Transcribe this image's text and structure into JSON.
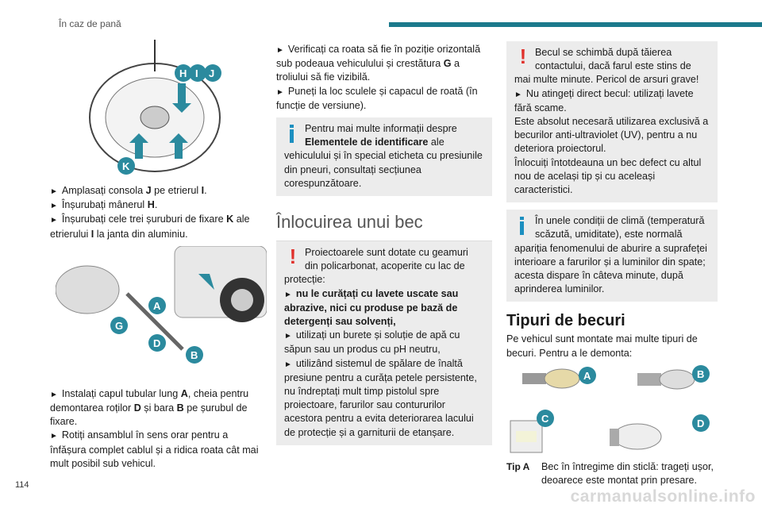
{
  "header": {
    "section": "În caz de pană",
    "page_number": "114",
    "accent": "#1b7a8c"
  },
  "watermark": "carmanualsonline.info",
  "left": {
    "figure1_labels": [
      "H",
      "I",
      "J",
      "K"
    ],
    "steps1": [
      {
        "pre": "Amplasați consola ",
        "b1": "J",
        "mid": " pe etrierul ",
        "b2": "I",
        "post": "."
      },
      {
        "pre": "Înșurubați mânerul ",
        "b1": "H",
        "post": "."
      },
      {
        "pre": "Înșurubați cele trei șuruburi de fixare ",
        "b1": "K",
        "mid": " ale etrierului ",
        "b2": "I",
        "post": " la janta din aluminiu."
      }
    ],
    "figure2_labels": [
      "A",
      "G",
      "D",
      "B"
    ],
    "steps2": [
      {
        "pre": "Instalați capul tubular lung ",
        "b1": "A",
        "mid": ", cheia pentru demontarea roților ",
        "b2": "D",
        "mid2": " și bara ",
        "b3": "B",
        "post": " pe șurubul de fixare."
      },
      {
        "pre": "Rotiți ansamblul în sens orar pentru a înfășura complet cablul și a ridica roata cât mai mult posibil sub vehicul."
      }
    ]
  },
  "middle": {
    "steps": [
      {
        "pre": "Verificați ca roata să fie în poziție orizontală sub podeaua vehiculului și crestătura ",
        "b1": "G",
        "post": " a troliului să fie vizibilă."
      },
      {
        "pre": "Puneți la loc sculele și capacul de roată (în funcție de versiune)."
      }
    ],
    "info": {
      "pre": "Pentru mai multe informații despre ",
      "bold": "Elementele de identificare",
      "post": " ale vehiculului și în special eticheta cu presiunile din pneuri, consultați secțiunea corespunzătoare."
    },
    "heading": "Înlocuirea unui bec",
    "warning": {
      "intro": "Proiectoarele sunt dotate cu geamuri din policarbonat, acoperite cu lac de protecție:",
      "bold_item": "nu le curățați cu lavete uscate sau abrazive, nici cu produse pe bază de detergenți sau solvenți,",
      "item2": "utilizați un burete și soluție de apă cu săpun sau un produs cu pH neutru,",
      "item3": "utilizând sistemul de spălare de înaltă presiune pentru a curăța petele persistente, nu îndreptați mult timp pistolul spre proiectoare, farurilor sau contururilor acestora pentru a evita deteriorarea lacului de protecție și a garniturii de etanșare."
    }
  },
  "right": {
    "warning": {
      "p1": "Becul se schimbă după tăierea contactului, dacă farul este stins de mai multe minute. Pericol de arsuri grave!",
      "item": "Nu atingeți direct becul: utilizați lavete fără scame.",
      "p2": "Este absolut necesară utilizarea exclusivă a becurilor anti-ultraviolet (UV), pentru a nu deteriora proiectorul.",
      "p3": "Înlocuiți întotdeauna un bec defect cu altul nou de același tip și cu aceleași caracteristici."
    },
    "info": "În unele condiții de climă (temperatură scăzută, umiditate), este normală apariția fenomenului de aburire a suprafeței interioare a farurilor și a luminilor din spate; acesta dispare în câteva minute, după aprinderea luminilor.",
    "heading": "Tipuri de becuri",
    "intro": "Pe vehicul sunt montate mai multe tipuri de becuri. Pentru a le demonta:",
    "bulb_labels": [
      "A",
      "B",
      "C",
      "D"
    ],
    "types": [
      {
        "label": "Tip A",
        "desc": "Bec în întregime din sticlă: trageți ușor, deoarece este montat prin presare."
      }
    ]
  }
}
